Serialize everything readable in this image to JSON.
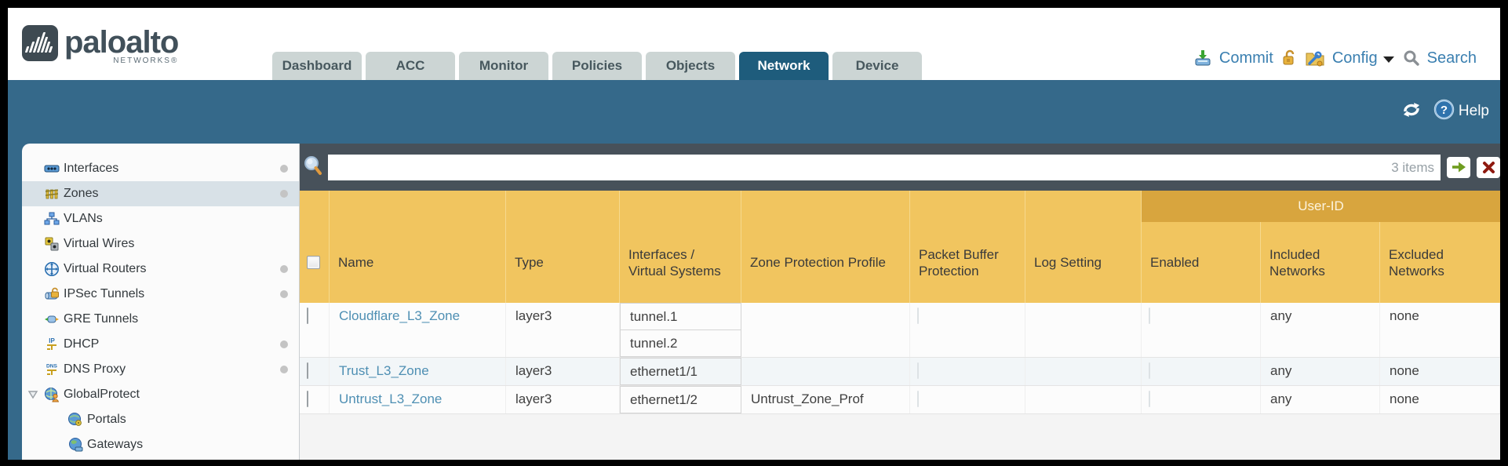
{
  "brand": {
    "name": "paloalto",
    "sub": "NETWORKS®"
  },
  "tabs": [
    {
      "label": "Dashboard",
      "active": false
    },
    {
      "label": "ACC",
      "active": false
    },
    {
      "label": "Monitor",
      "active": false
    },
    {
      "label": "Policies",
      "active": false
    },
    {
      "label": "Objects",
      "active": false
    },
    {
      "label": "Network",
      "active": true
    },
    {
      "label": "Device",
      "active": false
    }
  ],
  "utility": {
    "commit_label": "Commit",
    "config_label": "Config",
    "search_label": "Search"
  },
  "toolbar": {
    "help_label": "Help"
  },
  "sidebar": {
    "items": [
      {
        "label": "Interfaces",
        "icon": "interfaces-icon",
        "dot": true,
        "selected": false,
        "indent": false,
        "expander": false
      },
      {
        "label": "Zones",
        "icon": "zones-icon",
        "dot": true,
        "selected": true,
        "indent": false,
        "expander": false
      },
      {
        "label": "VLANs",
        "icon": "vlans-icon",
        "dot": false,
        "selected": false,
        "indent": false,
        "expander": false
      },
      {
        "label": "Virtual Wires",
        "icon": "virtual-wires-icon",
        "dot": false,
        "selected": false,
        "indent": false,
        "expander": false
      },
      {
        "label": "Virtual Routers",
        "icon": "virtual-routers-icon",
        "dot": true,
        "selected": false,
        "indent": false,
        "expander": false
      },
      {
        "label": "IPSec Tunnels",
        "icon": "ipsec-tunnels-icon",
        "dot": true,
        "selected": false,
        "indent": false,
        "expander": false
      },
      {
        "label": "GRE Tunnels",
        "icon": "gre-tunnels-icon",
        "dot": false,
        "selected": false,
        "indent": false,
        "expander": false
      },
      {
        "label": "DHCP",
        "icon": "dhcp-icon",
        "dot": true,
        "selected": false,
        "indent": false,
        "expander": false
      },
      {
        "label": "DNS Proxy",
        "icon": "dns-proxy-icon",
        "dot": true,
        "selected": false,
        "indent": false,
        "expander": false
      },
      {
        "label": "GlobalProtect",
        "icon": "globalprotect-icon",
        "dot": false,
        "selected": false,
        "indent": false,
        "expander": true
      },
      {
        "label": "Portals",
        "icon": "portals-icon",
        "dot": false,
        "selected": false,
        "indent": true,
        "expander": false
      },
      {
        "label": "Gateways",
        "icon": "gateways-icon",
        "dot": false,
        "selected": false,
        "indent": true,
        "expander": false
      }
    ]
  },
  "search": {
    "value": "",
    "count_label": "3 items"
  },
  "table": {
    "group_header": "User-ID",
    "columns": [
      {
        "label": "",
        "type": "checkbox"
      },
      {
        "label": "Name"
      },
      {
        "label": "Type"
      },
      {
        "label": "Interfaces / Virtual Systems"
      },
      {
        "label": "Zone Protection Profile"
      },
      {
        "label": "Packet Buffer Protection"
      },
      {
        "label": "Log Setting"
      },
      {
        "label": "Enabled",
        "group": "User-ID"
      },
      {
        "label": "Included Networks",
        "group": "User-ID"
      },
      {
        "label": "Excluded Networks",
        "group": "User-ID"
      }
    ],
    "rows": [
      {
        "name": "Cloudflare_L3_Zone",
        "type": "layer3",
        "interfaces": [
          "tunnel.1",
          "tunnel.2"
        ],
        "zone_protection_profile": "",
        "packet_buffer_protection": false,
        "log_setting": "",
        "user_id_enabled": false,
        "included_networks": "any",
        "excluded_networks": "none",
        "alt": false
      },
      {
        "name": "Trust_L3_Zone",
        "type": "layer3",
        "interfaces": [
          "ethernet1/1"
        ],
        "zone_protection_profile": "",
        "packet_buffer_protection": false,
        "log_setting": "",
        "user_id_enabled": false,
        "included_networks": "any",
        "excluded_networks": "none",
        "alt": true
      },
      {
        "name": "Untrust_L3_Zone",
        "type": "layer3",
        "interfaces": [
          "ethernet1/2"
        ],
        "zone_protection_profile": "Untrust_Zone_Prof",
        "packet_buffer_protection": false,
        "log_setting": "",
        "user_id_enabled": false,
        "included_networks": "any",
        "excluded_networks": "none",
        "alt": false
      }
    ]
  },
  "colors": {
    "teal_band": "#35698a",
    "active_tab": "#1e5c7c",
    "tab_gray": "#ccd5d4",
    "header_orange": "#f1c55f",
    "group_band_orange": "#d8a53e",
    "search_strip": "#47515a",
    "link_blue": "#4e8fb3",
    "utility_blue": "#3a7fb0"
  }
}
